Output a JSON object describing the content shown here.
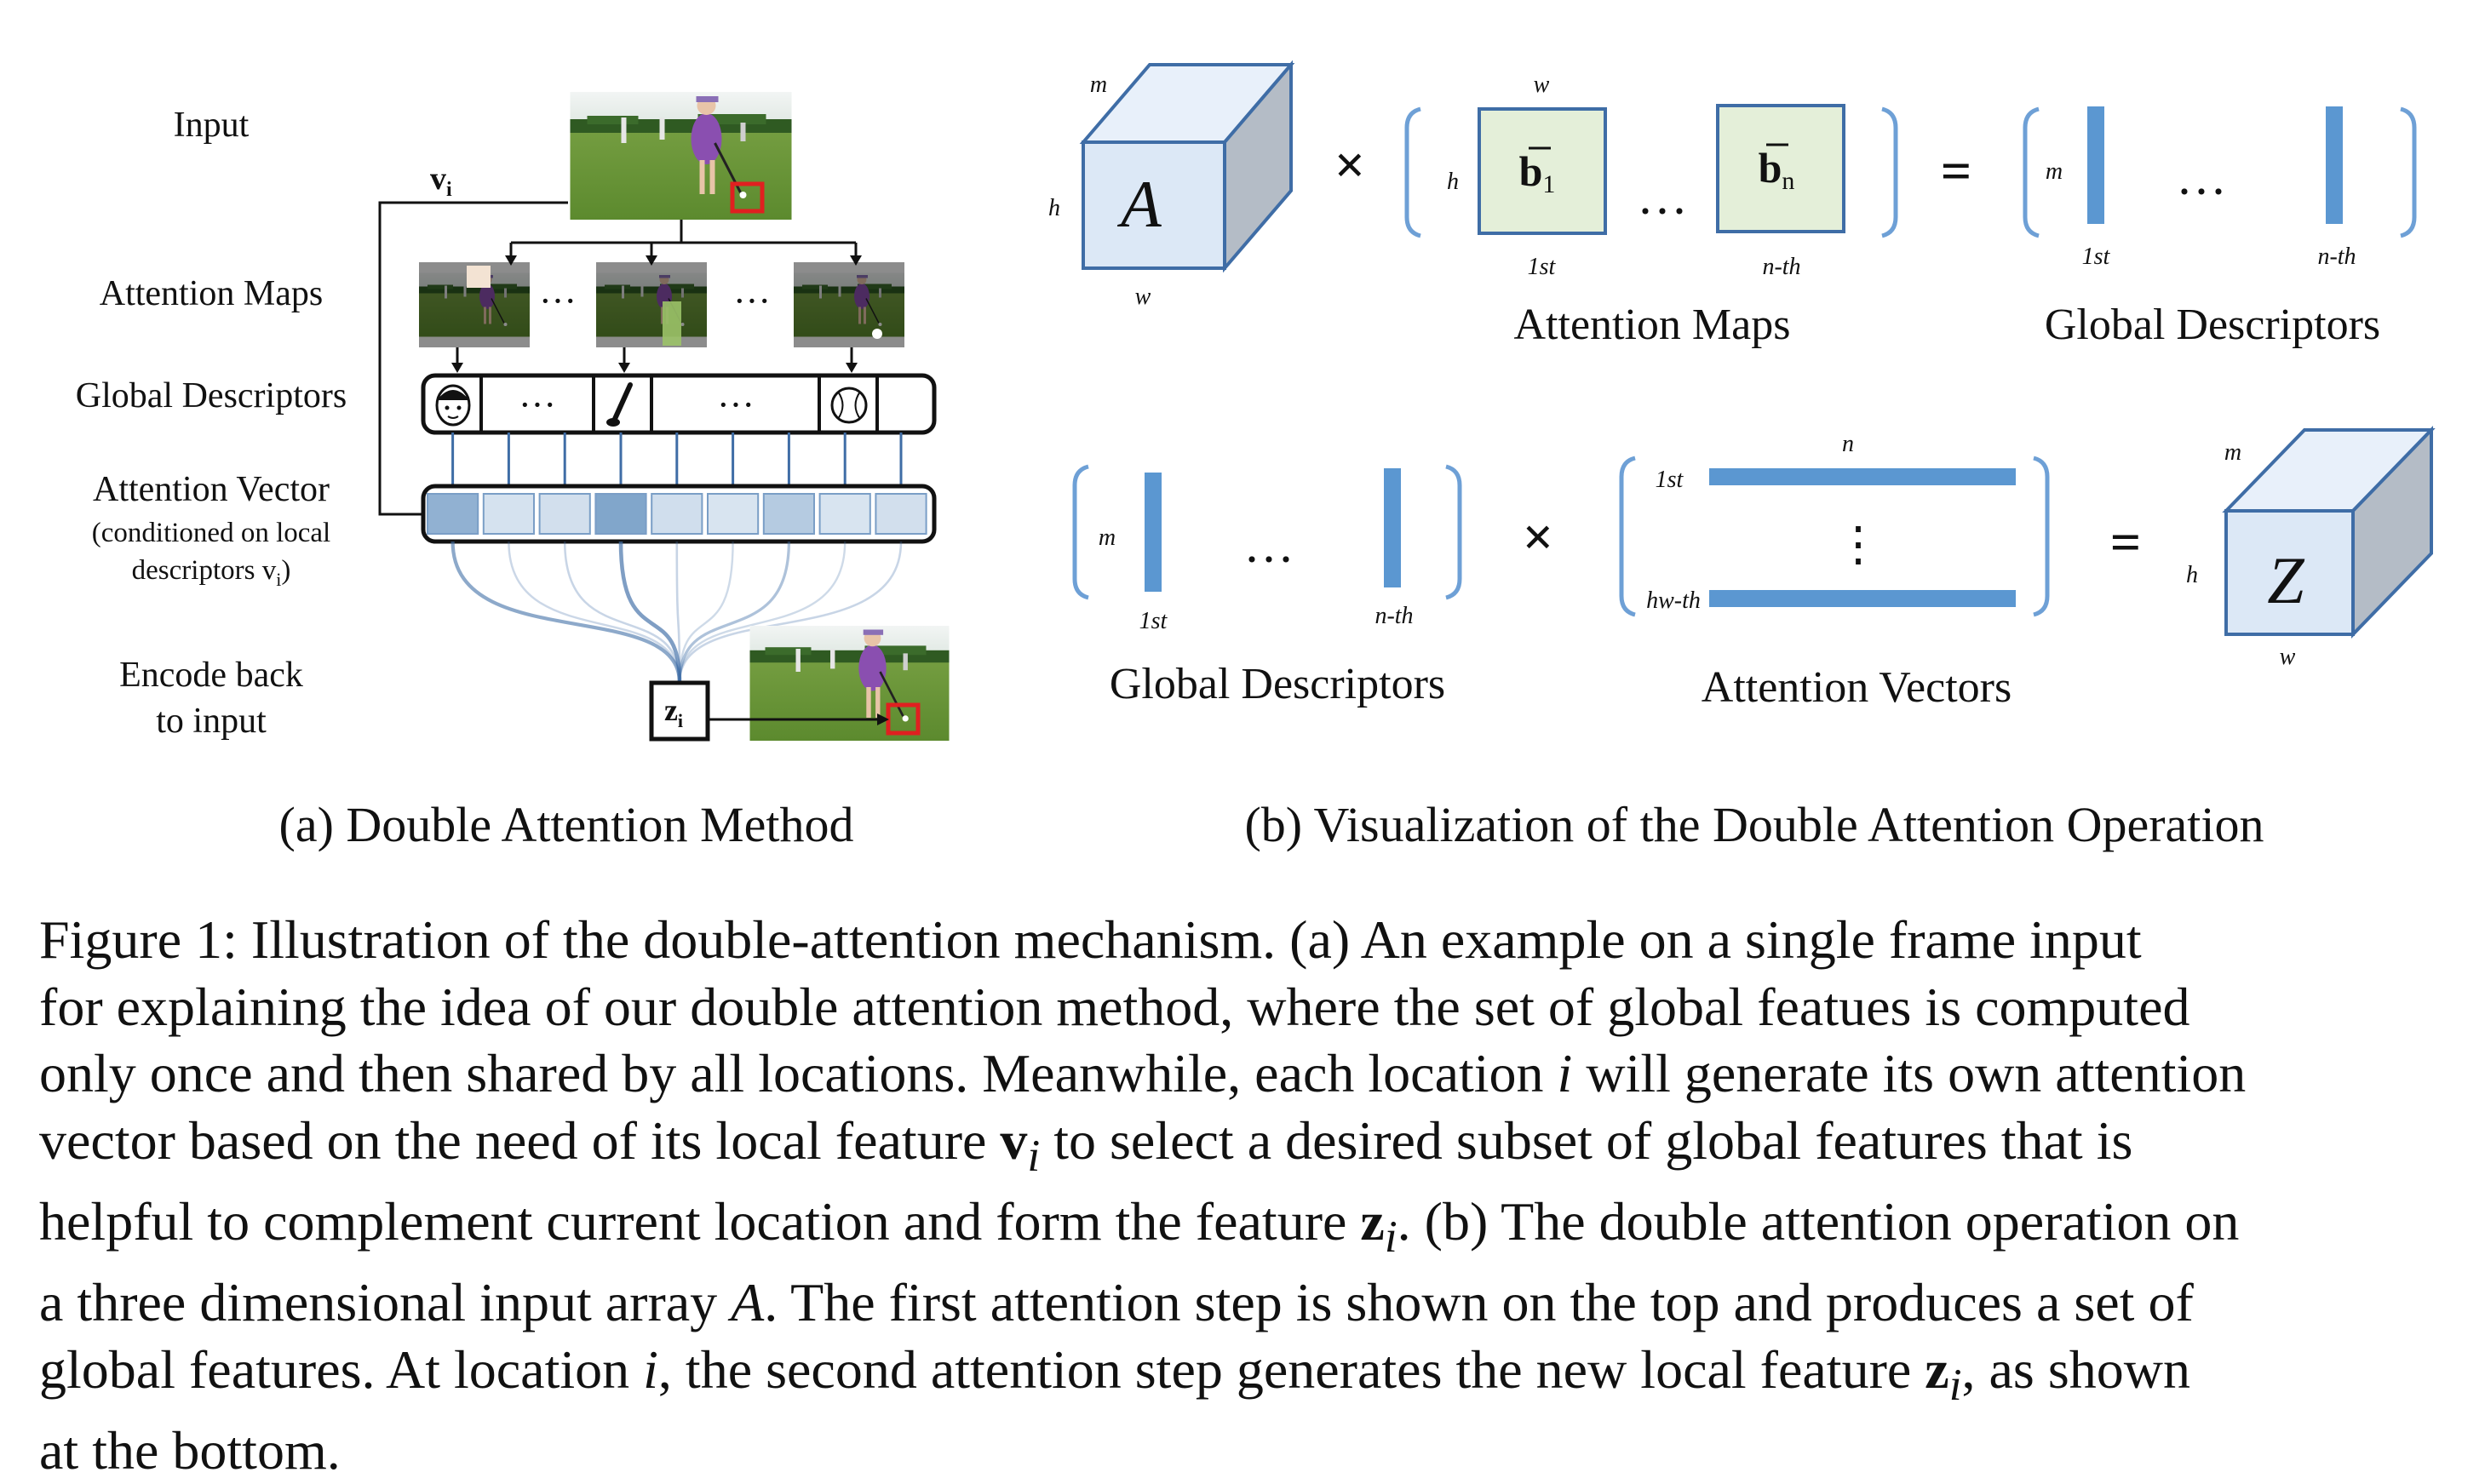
{
  "panel_a": {
    "row_labels": {
      "input": "Input",
      "attention_maps": "Attention Maps",
      "global_descriptors": "Global Descriptors",
      "attention_vector": "Attention Vector",
      "attention_vector_note_1": "(conditioned on local",
      "attention_vector_note_2": "descriptors v",
      "attention_vector_note_sub": "i",
      "attention_vector_note_close": ")",
      "encode_1": "Encode back",
      "encode_2": "to input"
    },
    "v_label": "v",
    "v_sub": "i",
    "z_label": "z",
    "z_sub": "i",
    "dots": "···",
    "caption": "(a) Double Attention Method",
    "attention_weights": [
      0.55,
      0.12,
      0.14,
      0.65,
      0.15,
      0.1,
      0.32,
      0.1,
      0.14
    ]
  },
  "panel_b": {
    "cube_a_letter": "A",
    "cube_z_letter": "Z",
    "dim_m": "m",
    "dim_h": "h",
    "dim_w": "w",
    "dim_n": "n",
    "times": "×",
    "equals": "=",
    "hdots": "···",
    "vdots": "⋮",
    "b_first": "b",
    "b_first_sub": "1",
    "b_last": "b",
    "b_last_sub": "n",
    "first": "1st",
    "nth": "n-th",
    "hwth": "hw-th",
    "attention_maps": "Attention Maps",
    "global_descriptors": "Global Descriptors",
    "attention_vectors": "Attention Vectors",
    "caption": "(b) Visualization of the Double Attention Operation"
  },
  "figure_caption": {
    "lines": [
      "Figure 1: Illustration of the double-attention mechanism. (a) An example on a single frame input",
      "for explaining the idea of our double attention method, where the set of global featues is computed",
      "only once and then shared by all locations. Meanwhile, each location <i>i</i> will generate its own attention",
      "vector based on the need of its local feature <b>v</b><sub><i>i</i></sub> to select a desired subset of global features that is",
      "helpful to complement current location and form the feature <b>z</b><sub><i>i</i></sub>. (b) The double attention operation on",
      "a three dimensional input array <i>A</i>. The first attention step is shown on the top and produces a set of",
      "global features. At location <i>i</i>, the second attention step generates the new local feature <b>z</b><sub><i>i</i></sub>, as shown",
      "at the bottom."
    ]
  },
  "colors": {
    "cube_face": "#dce8f6",
    "cube_top": "#e8f0fa",
    "cube_side": "#b4bcc6",
    "cube_stroke": "#3f6da6",
    "map_fill": "#e4efd9",
    "map_stroke": "#3f6da6",
    "bar": "#5b97d1",
    "bracket": "#6ea0d6",
    "grass": "#6f9a3c",
    "sky": "#eef3f1",
    "highlight": "#e02020",
    "attention_dark": "#4a7fb3"
  }
}
